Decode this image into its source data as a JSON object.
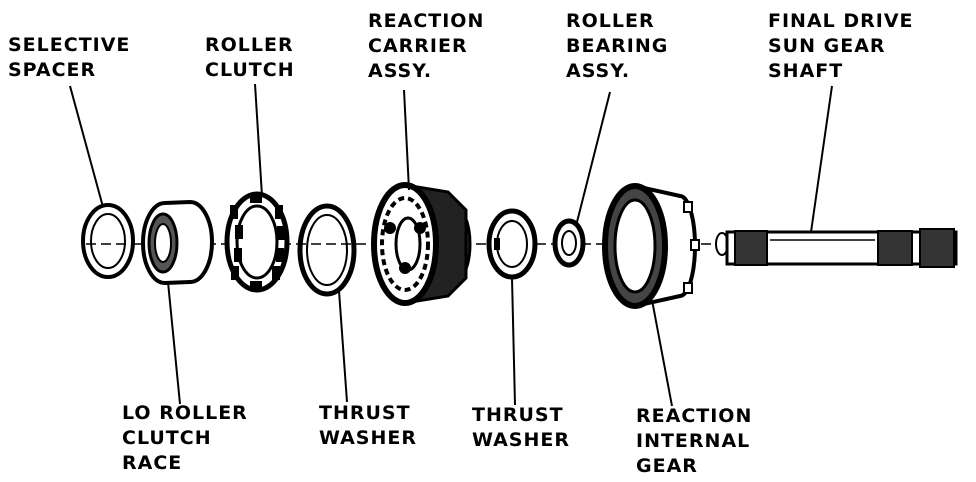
{
  "colors": {
    "ink": "#000000",
    "paper": "#ffffff"
  },
  "labels": {
    "selective_spacer": [
      "SELECTIVE",
      "SPACER"
    ],
    "roller_clutch": [
      "ROLLER",
      "CLUTCH"
    ],
    "reaction_carrier": [
      "REACTION",
      "CARRIER",
      "ASSY."
    ],
    "roller_bearing": [
      "ROLLER",
      "BEARING",
      "ASSY."
    ],
    "final_drive_shaft": [
      "FINAL DRIVE",
      "SUN GEAR",
      "SHAFT"
    ],
    "lo_roller_clutch_race": [
      "LO ROLLER",
      "CLUTCH",
      "RACE"
    ],
    "thrust_washer_1": [
      "THRUST",
      "WASHER"
    ],
    "thrust_washer_2": [
      "THRUST",
      "WASHER"
    ],
    "reaction_internal_gear": [
      "REACTION",
      "INTERNAL",
      "GEAR"
    ]
  }
}
